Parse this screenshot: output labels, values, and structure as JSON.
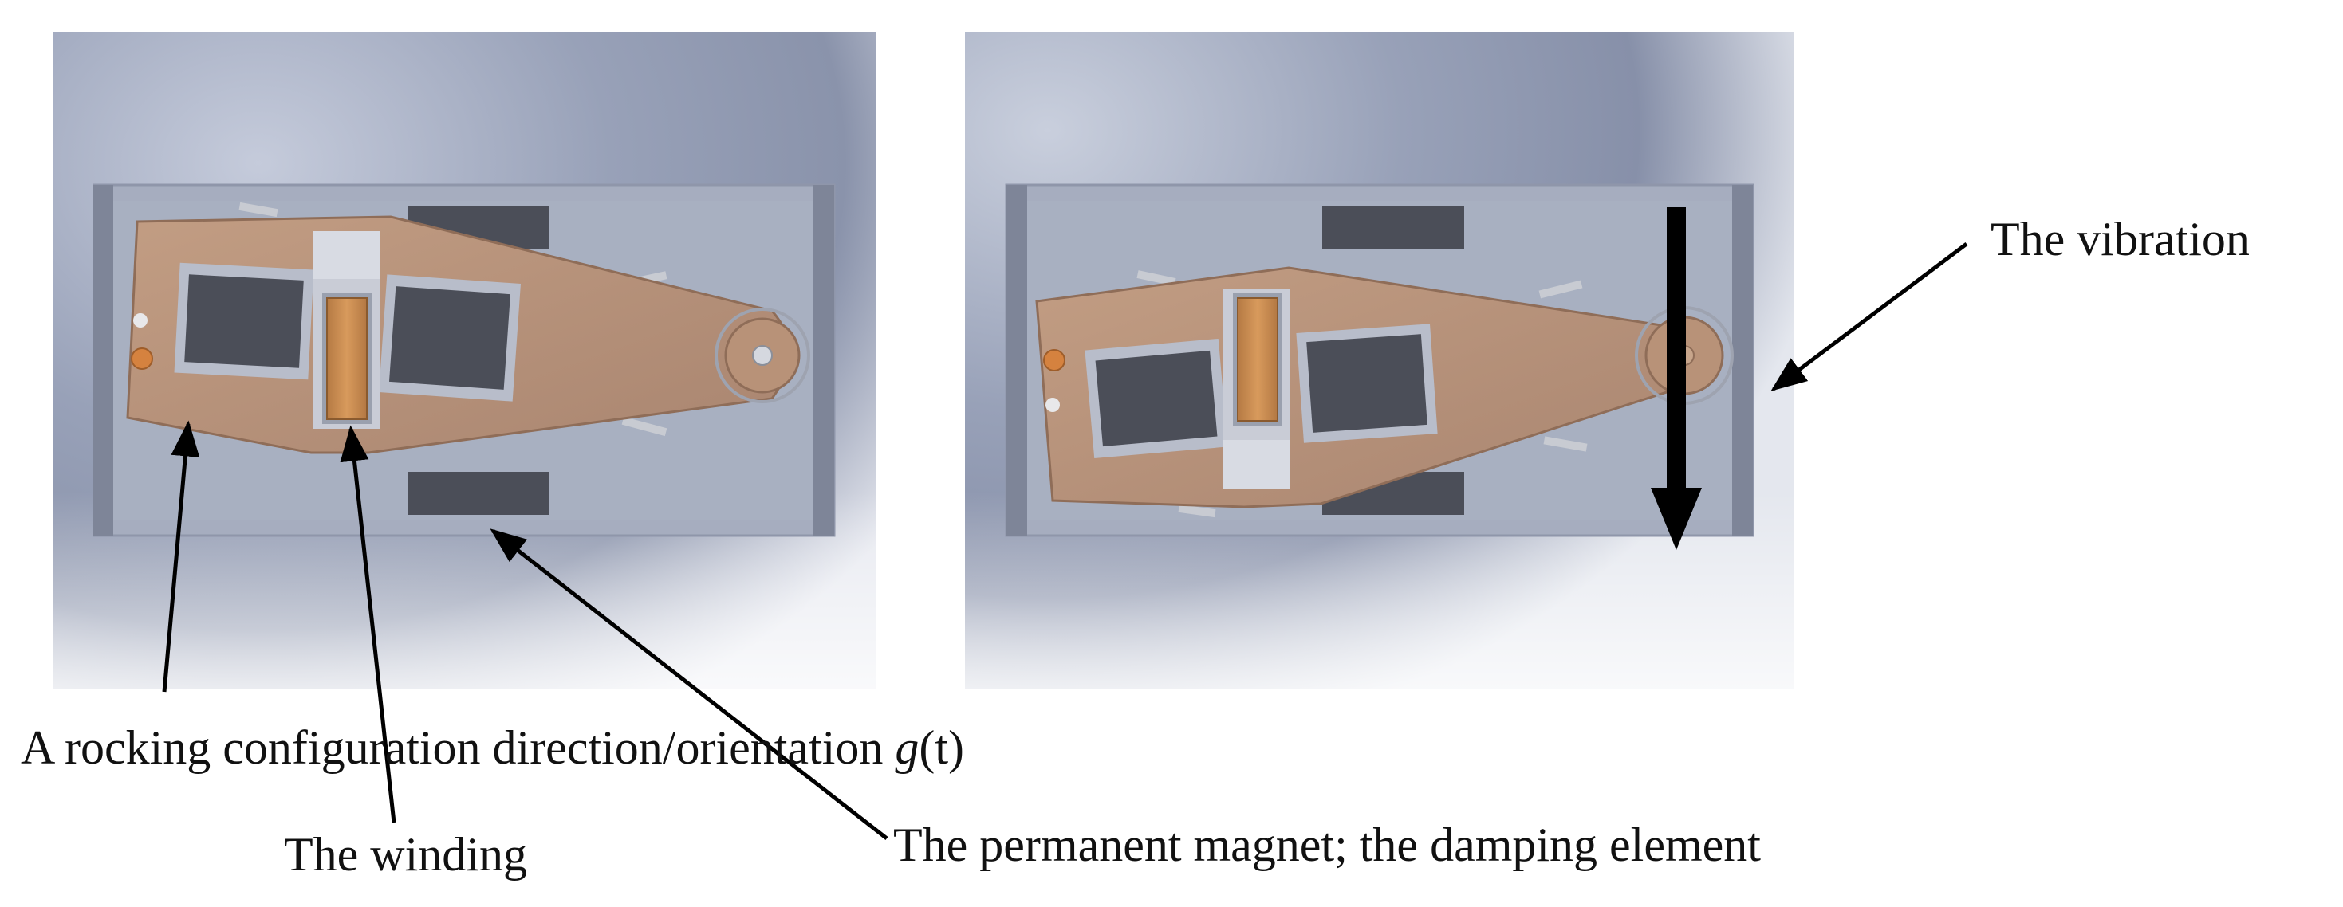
{
  "labels": {
    "rocking": "A rocking configuration direction/orientation ",
    "rocking_symbol": "g",
    "rocking_arg": "(t)",
    "winding": "The winding",
    "magnet": "The permanent magnet; the damping element",
    "vibration": "The vibration"
  },
  "colors": {
    "background_light": "#b7bfd2",
    "background_dark": "#7f88a3",
    "frame": "#a9afbf",
    "plate": "#b89278",
    "magnet_block": "#4b4e58",
    "winding_coil": "#c98b4f",
    "arrow": "#000000"
  }
}
